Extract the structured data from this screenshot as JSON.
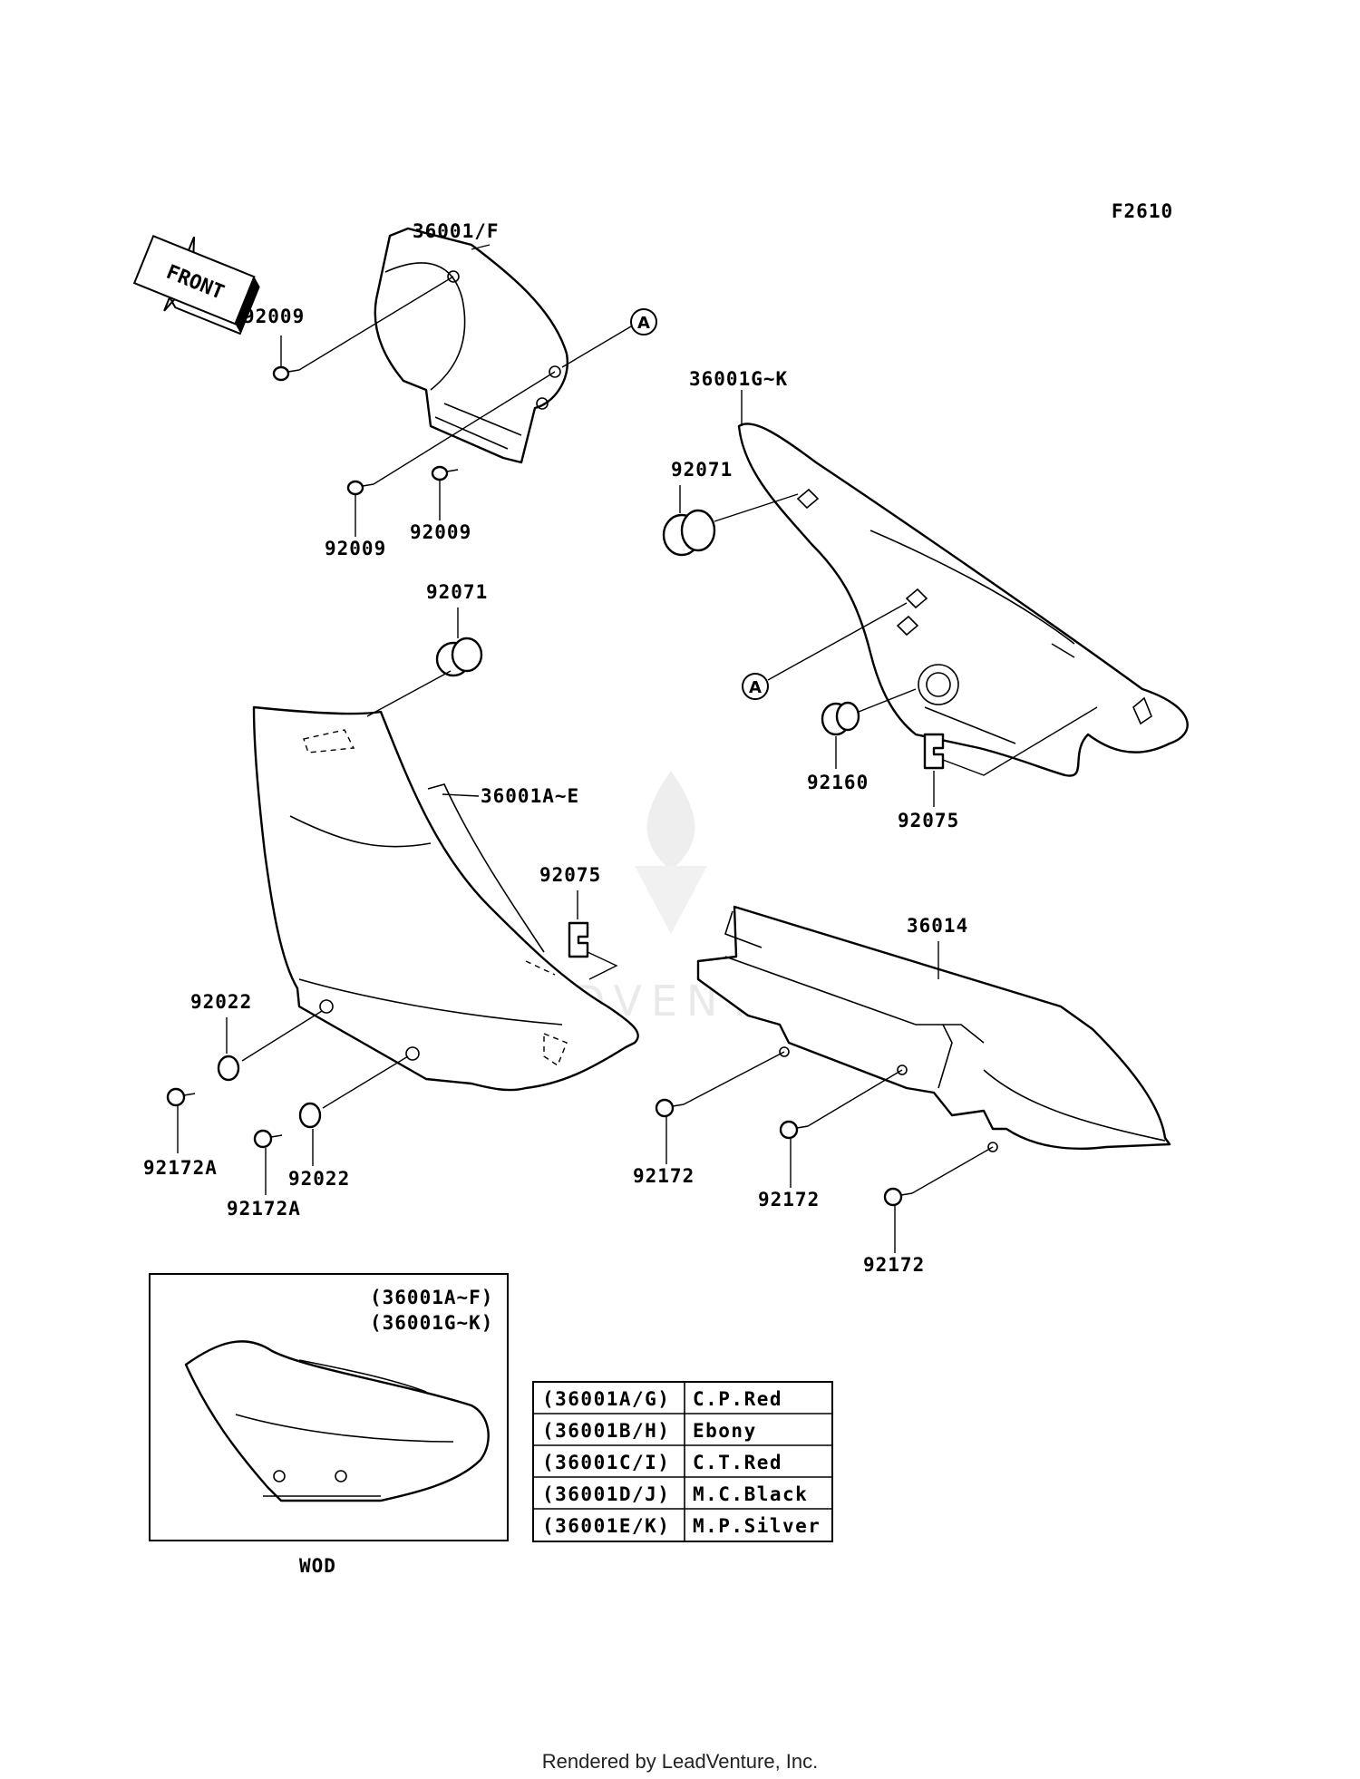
{
  "figure_code": "F2610",
  "direction_label": "FRONT",
  "callout_letter": "A",
  "labels": {
    "cover_left_top": "36001/F",
    "cover_right": "36001G~K",
    "cover_left_main": "36001A~E",
    "chain_guard": "36014",
    "screw_a": "92009",
    "screw_b": "92009",
    "screw_c": "92009",
    "grommet_right": "92071",
    "grommet_left": "92071",
    "clip_right": "92075",
    "clip_left": "92075",
    "collar": "92160",
    "washer_a": "92022",
    "washer_b": "92022",
    "bolt_a1": "92172A",
    "bolt_a2": "92172A",
    "bolt_1": "92172",
    "bolt_2": "92172",
    "bolt_3": "92172"
  },
  "inset": {
    "line1": "(36001A~F)",
    "line2": "(36001G~K)",
    "caption": "WOD"
  },
  "color_table": [
    {
      "part": "(36001A/G)",
      "color": "C.P.Red"
    },
    {
      "part": "(36001B/H)",
      "color": "Ebony"
    },
    {
      "part": "(36001C/I)",
      "color": "C.T.Red"
    },
    {
      "part": "(36001D/J)",
      "color": "M.C.Black"
    },
    {
      "part": "(36001E/K)",
      "color": "M.P.Silver"
    }
  ],
  "watermark": "LEADVENTURE",
  "footer": "Rendered by LeadVenture, Inc."
}
